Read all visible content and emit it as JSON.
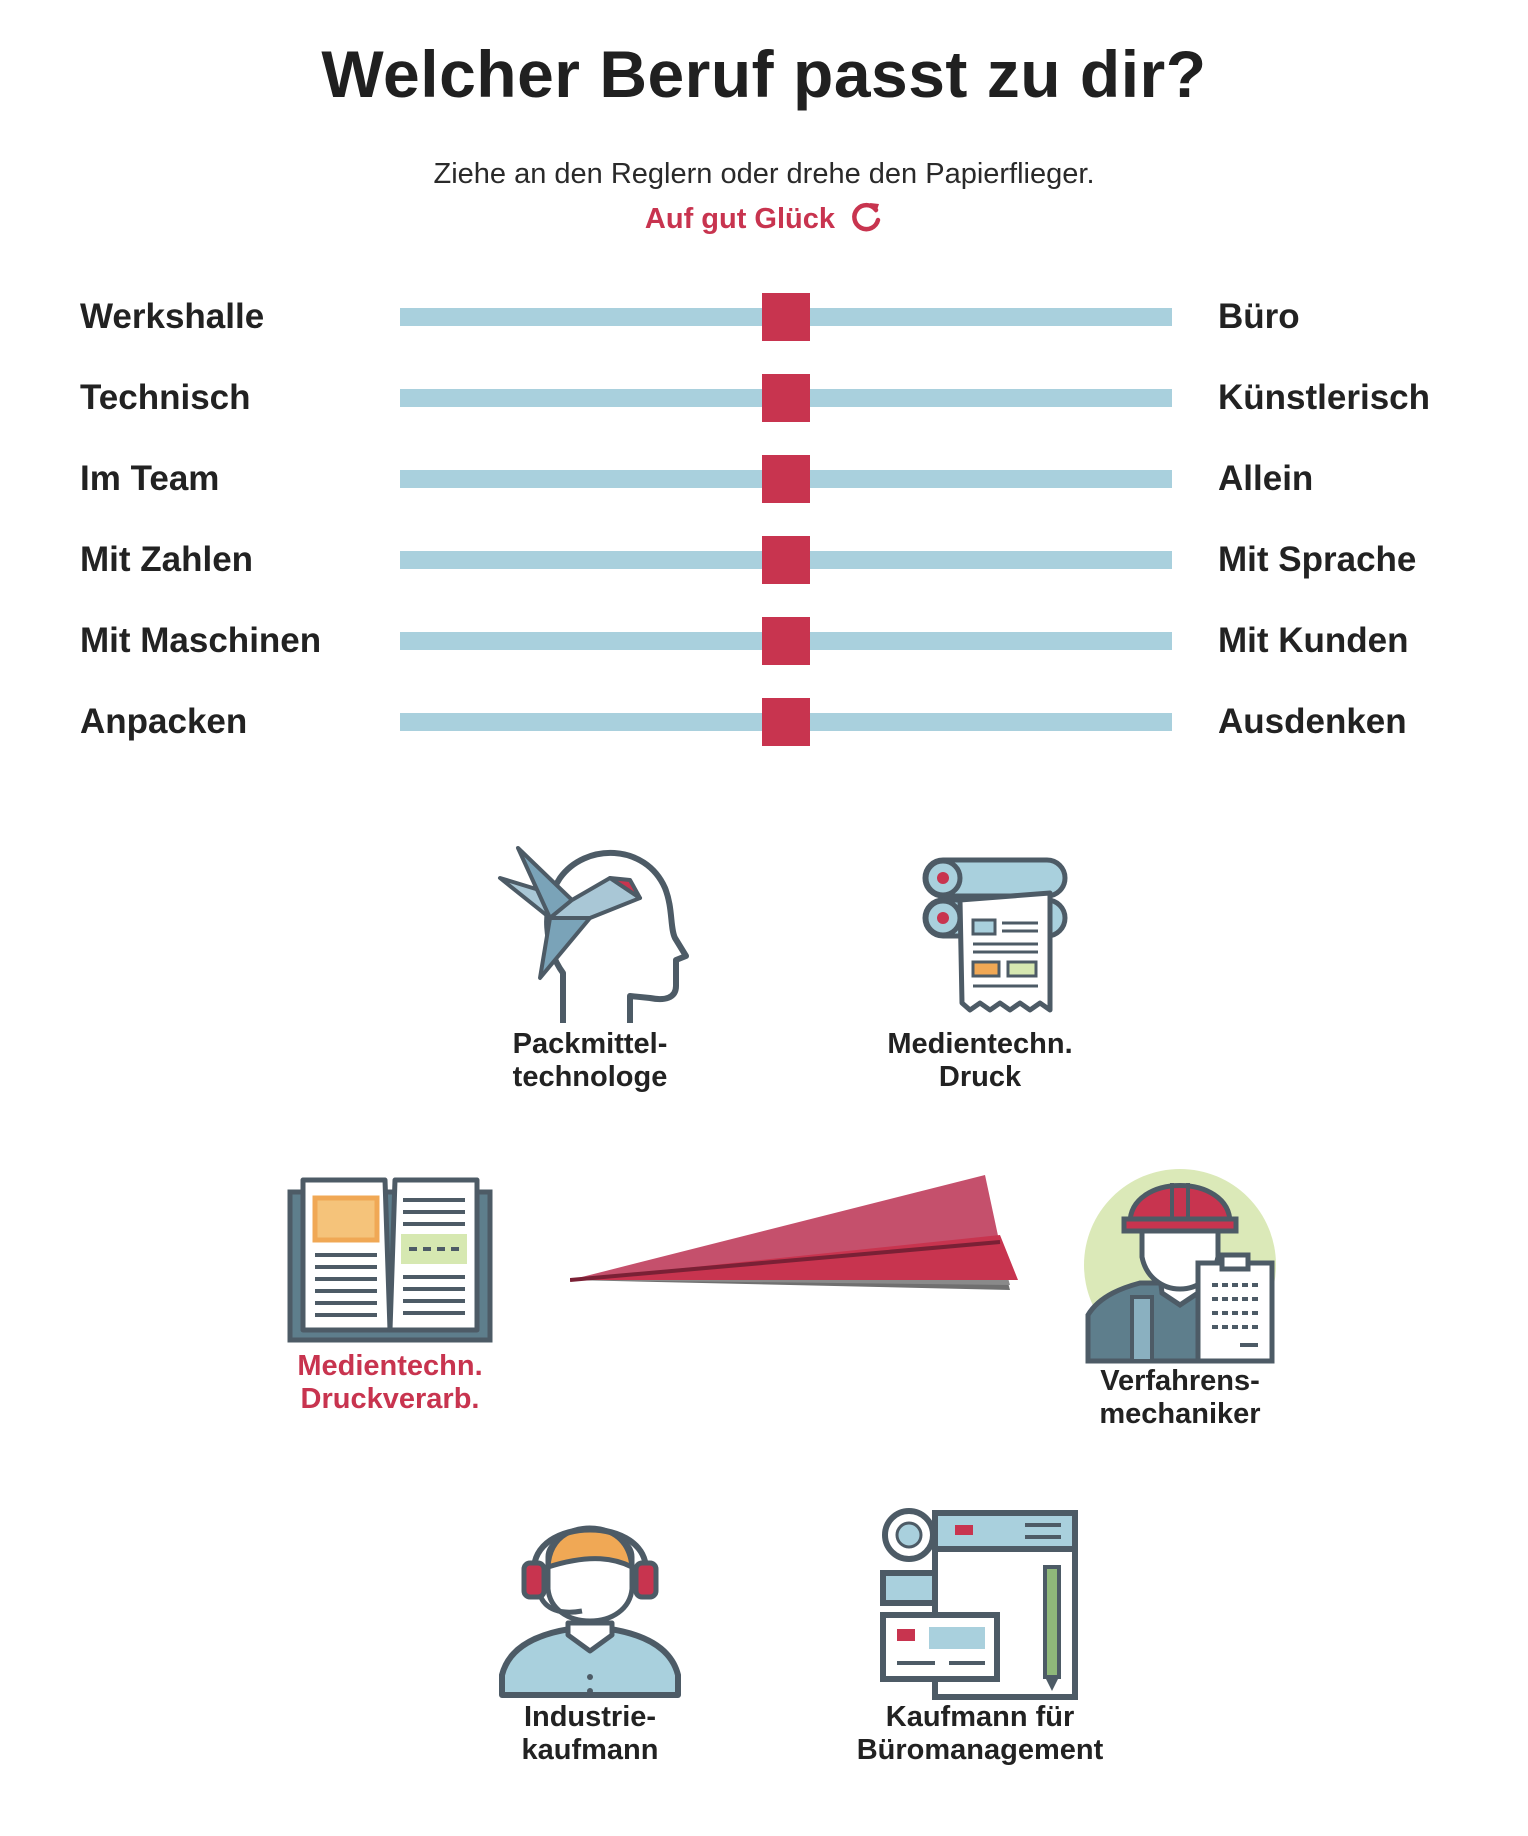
{
  "header": {
    "title": "Welcher Beruf passt zu dir?",
    "subtitle": "Ziehe an den Reglern oder drehe den Papierflieger.",
    "random_label": "Auf gut Glück",
    "random_icon": "refresh-icon"
  },
  "colors": {
    "accent": "#c8344f",
    "track": "#a9d0dd",
    "text": "#222222"
  },
  "sliders": [
    {
      "left": "Werkshalle",
      "right": "Büro",
      "value": 0.5
    },
    {
      "left": "Technisch",
      "right": "Künstlerisch",
      "value": 0.5
    },
    {
      "left": "Im Team",
      "right": "Allein",
      "value": 0.5
    },
    {
      "left": "Mit Zahlen",
      "right": "Mit Sprache",
      "value": 0.5
    },
    {
      "left": "Mit Maschinen",
      "right": "Mit Kunden",
      "value": 0.5
    },
    {
      "left": "Anpacken",
      "right": "Ausdenken",
      "value": 0.5
    }
  ],
  "jobs": [
    {
      "label": "Packmittel-\ntechnologe",
      "icon": "paper-bird-head-icon",
      "selected": false
    },
    {
      "label": "Medientechn.\nDruck",
      "icon": "printing-rollers-icon",
      "selected": false
    },
    {
      "label": "Medientechn.\nDruckverarb.",
      "icon": "open-book-icon",
      "selected": true
    },
    {
      "label": "Verfahrens-\nmechaniker",
      "icon": "worker-helmet-icon",
      "selected": false
    },
    {
      "label": "Industrie-\nkaufmann",
      "icon": "headset-person-icon",
      "selected": false
    },
    {
      "label": "Kaufmann für\nBüromanagement",
      "icon": "office-documents-icon",
      "selected": false
    }
  ],
  "plane": {
    "icon": "paper-plane-icon"
  }
}
